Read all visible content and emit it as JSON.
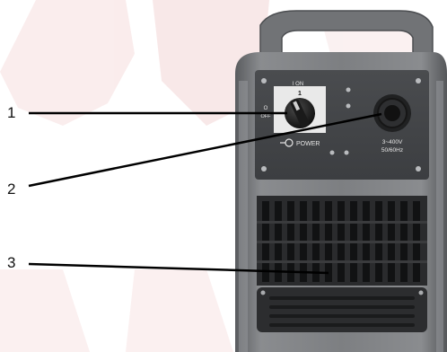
{
  "callouts": [
    {
      "number": "1"
    },
    {
      "number": "2"
    },
    {
      "number": "3"
    }
  ],
  "switch_panel": {
    "on_label": "I ON",
    "position_label": "1",
    "off_label": "OFF",
    "off_symbol": "O",
    "power_label": "POWER"
  },
  "rating_label": {
    "line1": "3~400V",
    "line2": "50/60Hz"
  },
  "watermark_color": "#f2d2d2",
  "body_color": "#6f7174"
}
